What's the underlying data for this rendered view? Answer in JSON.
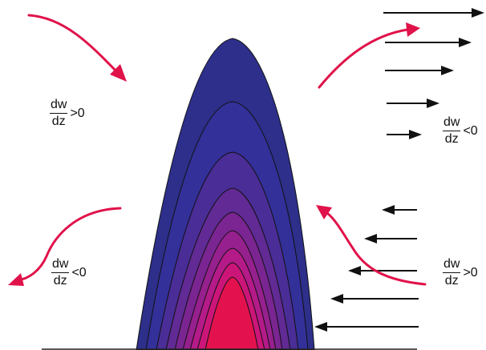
{
  "colors": {
    "arrow_red": "#e0124a",
    "arrow_black": "#111111",
    "plume_levels": [
      "#2d2f8a",
      "#33309a",
      "#3e2e98",
      "#5a2b94",
      "#7a2591",
      "#9b1c8c",
      "#bb1886",
      "#d21576",
      "#e3124e"
    ],
    "ground": "#222222"
  },
  "labels": {
    "upper_left": {
      "numerator": "dw",
      "denominator": "dz",
      "relation": ">0"
    },
    "upper_right": {
      "numerator": "dw",
      "denominator": "dz",
      "relation": "<0"
    },
    "lower_left": {
      "numerator": "dw",
      "denominator": "dz",
      "relation": "<0"
    },
    "lower_right": {
      "numerator": "dw",
      "denominator": "dz",
      "relation": ">0"
    }
  },
  "icons": {
    "inflow_arrows": "arrow-right-icon",
    "outflow_arrows": "arrow-left-icon",
    "curved_arrows": "curved-arrow-icon"
  }
}
